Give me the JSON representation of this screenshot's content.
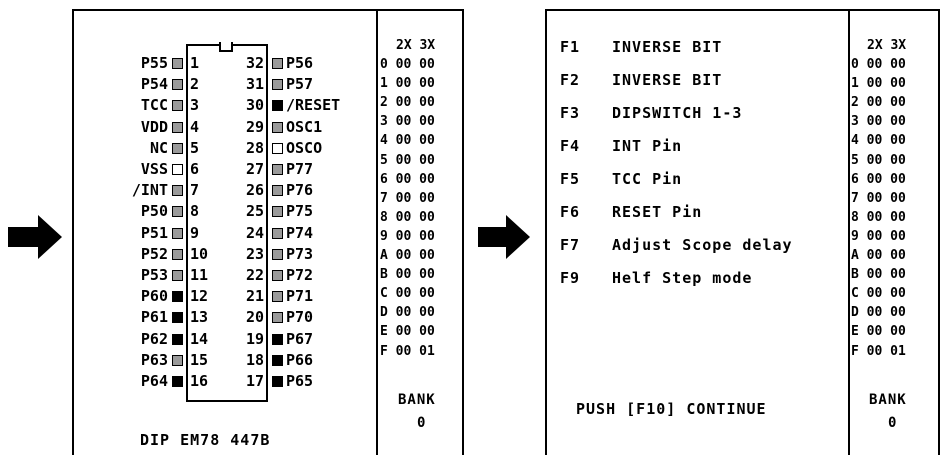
{
  "left_screen": {
    "chip_label": "DIP EM78 447B",
    "pins_left": [
      {
        "name": "P55",
        "num": "1",
        "state": "gray"
      },
      {
        "name": "P54",
        "num": "2",
        "state": "gray"
      },
      {
        "name": "TCC",
        "num": "3",
        "state": "gray"
      },
      {
        "name": "VDD",
        "num": "4",
        "state": "gray"
      },
      {
        "name": "NC",
        "num": "5",
        "state": "gray"
      },
      {
        "name": "VSS",
        "num": "6",
        "state": "white"
      },
      {
        "name": "/INT",
        "num": "7",
        "state": "gray"
      },
      {
        "name": "P50",
        "num": "8",
        "state": "gray"
      },
      {
        "name": "P51",
        "num": "9",
        "state": "gray"
      },
      {
        "name": "P52",
        "num": "10",
        "state": "gray"
      },
      {
        "name": "P53",
        "num": "11",
        "state": "gray"
      },
      {
        "name": "P60",
        "num": "12",
        "state": "black"
      },
      {
        "name": "P61",
        "num": "13",
        "state": "black"
      },
      {
        "name": "P62",
        "num": "14",
        "state": "black"
      },
      {
        "name": "P63",
        "num": "15",
        "state": "gray"
      },
      {
        "name": "P64",
        "num": "16",
        "state": "black"
      }
    ],
    "pins_right": [
      {
        "name": "P56",
        "num": "32",
        "state": "gray"
      },
      {
        "name": "P57",
        "num": "31",
        "state": "gray"
      },
      {
        "name": "/RESET",
        "num": "30",
        "state": "black"
      },
      {
        "name": "OSC1",
        "num": "29",
        "state": "gray"
      },
      {
        "name": "OSCO",
        "num": "28",
        "state": "white"
      },
      {
        "name": "P77",
        "num": "27",
        "state": "gray"
      },
      {
        "name": "P76",
        "num": "26",
        "state": "gray"
      },
      {
        "name": "P75",
        "num": "25",
        "state": "gray"
      },
      {
        "name": "P74",
        "num": "24",
        "state": "gray"
      },
      {
        "name": "P73",
        "num": "23",
        "state": "gray"
      },
      {
        "name": "P72",
        "num": "22",
        "state": "gray"
      },
      {
        "name": "P71",
        "num": "21",
        "state": "gray"
      },
      {
        "name": "P70",
        "num": "20",
        "state": "gray"
      },
      {
        "name": "P67",
        "num": "19",
        "state": "black"
      },
      {
        "name": "P66",
        "num": "18",
        "state": "black"
      },
      {
        "name": "P65",
        "num": "17",
        "state": "black"
      }
    ],
    "registers": {
      "header": "2X 3X",
      "rows": [
        "0 00 00",
        "1 00 00",
        "2 00 00",
        "3 00 00",
        "4 00 00",
        "5 00 00",
        "6 00 00",
        "7 00 00",
        "8 00 00",
        "9 00 00",
        "A 00 00",
        "B 00 00",
        "C 00 00",
        "D 00 00",
        "E 00 00",
        "F 00 01"
      ],
      "bank_label": "BANK",
      "bank_value": "0"
    }
  },
  "right_screen": {
    "functions": [
      {
        "key": "F1",
        "label": "INVERSE BIT"
      },
      {
        "key": "F2",
        "label": "INVERSE BIT"
      },
      {
        "key": "F3",
        "label": "DIPSWITCH 1-3"
      },
      {
        "key": "F4",
        "label": "INT Pin"
      },
      {
        "key": "F5",
        "label": "TCC Pin"
      },
      {
        "key": "F6",
        "label": "RESET Pin"
      },
      {
        "key": "F7",
        "label": "Adjust Scope delay"
      },
      {
        "key": "F9",
        "label": "Helf Step mode"
      }
    ],
    "push_text": "PUSH [F10] CONTINUE",
    "registers": {
      "header": "2X 3X",
      "rows": [
        "0 00 00",
        "1 00 00",
        "2 00 00",
        "3 00 00",
        "4 00 00",
        "5 00 00",
        "6 00 00",
        "7 00 00",
        "8 00 00",
        "9 00 00",
        "A 00 00",
        "B 00 00",
        "C 00 00",
        "D 00 00",
        "E 00 00",
        "F 00 01"
      ],
      "bank_label": "BANK",
      "bank_value": "0"
    }
  }
}
